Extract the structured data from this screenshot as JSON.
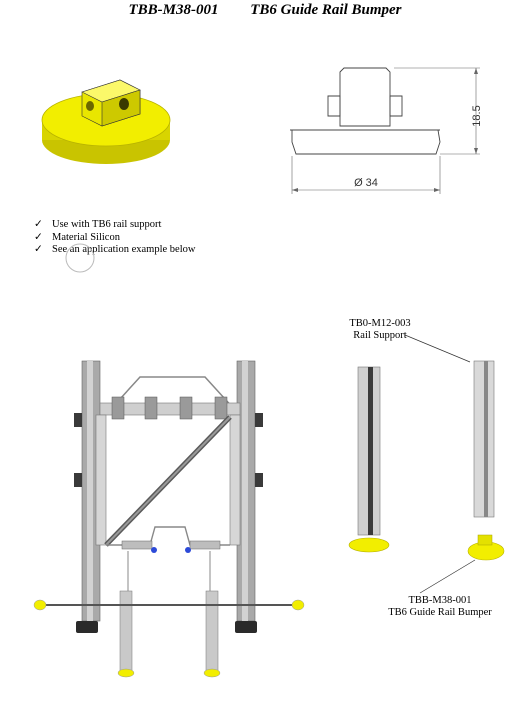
{
  "header": {
    "part_code": "TBB-M38-001",
    "title": "TB6 Guide Rail Bumper"
  },
  "drawing": {
    "height_dim": "18.5",
    "diameter_dim": "Ø 34"
  },
  "bullets": [
    {
      "icon": "check-icon",
      "text": "Use with TB6 rail support"
    },
    {
      "icon": "check-icon",
      "text": "Material Silicon"
    },
    {
      "icon": "check-icon",
      "text": "See an application example below"
    }
  ],
  "callouts": {
    "rail_support_code": "TB0-M12-003",
    "rail_support_name": "Rail Support",
    "bumper_code": "TBB-M38-001",
    "bumper_name": "TB6 Guide Rail Bumper"
  },
  "colors": {
    "bumper_yellow": "#f2ee00",
    "rail_grey": "#b9b9b9",
    "dark": "#2a2a2a"
  }
}
